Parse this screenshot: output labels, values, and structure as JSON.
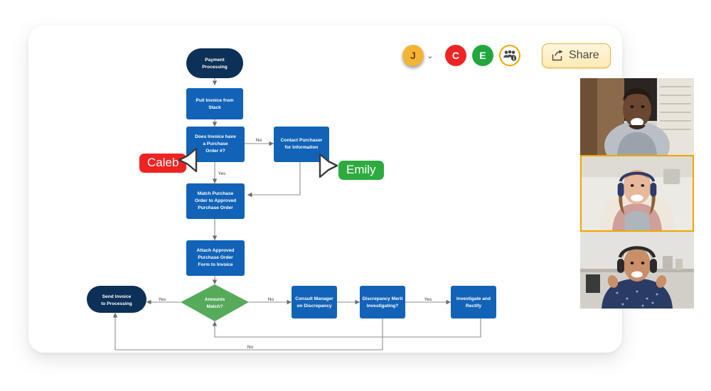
{
  "toolbar": {
    "avatars": [
      {
        "name": "avatar-j",
        "initial": "J",
        "color": "#f5b335"
      },
      {
        "name": "avatar-c",
        "initial": "C",
        "color": "#ef2424"
      },
      {
        "name": "avatar-e",
        "initial": "E",
        "color": "#22a73f"
      }
    ],
    "chevron": "⌄",
    "people_icon": "people-group-icon",
    "share_label": "Share",
    "share_icon": "share-icon",
    "accent_color": "#f0a500"
  },
  "video_panel": {
    "tiles": [
      {
        "name": "video-tile-1",
        "active": false
      },
      {
        "name": "video-tile-2",
        "active": true
      },
      {
        "name": "video-tile-3",
        "active": false
      }
    ],
    "active_border_color": "#f0a500"
  },
  "cursors": [
    {
      "name": "cursor-caleb",
      "label": "Caleb",
      "color": "#f02222"
    },
    {
      "name": "cursor-emily",
      "label": "Emily",
      "color": "#2dab3e"
    }
  ],
  "chart_data": {
    "type": "diagram",
    "title": "Payment Processing Flowchart",
    "colors": {
      "terminal": "#0c3057",
      "process": "#1263b8",
      "decision": "#56ab5b",
      "line": "#8c8c8c"
    },
    "nodes": [
      {
        "id": "n1",
        "label": "Payment Processing",
        "shape": "terminal",
        "color": "#0c3057"
      },
      {
        "id": "n2",
        "label": "Pull  Invoice from Stack",
        "shape": "process",
        "color": "#1263b8"
      },
      {
        "id": "n3",
        "label": "Does Invoice have a Purchase Order #?",
        "shape": "process",
        "color": "#1263b8"
      },
      {
        "id": "n4",
        "label": "Contact Purchaser for Information",
        "shape": "process",
        "color": "#1263b8"
      },
      {
        "id": "n5",
        "label": "Match  Purchase Order to Approved Purchase Order",
        "shape": "process",
        "color": "#1263b8"
      },
      {
        "id": "n6",
        "label": "Attach Approved Purchase Order Form to Invoice",
        "shape": "process",
        "color": "#1263b8"
      },
      {
        "id": "n7",
        "label": "Amounts Match?",
        "shape": "decision",
        "color": "#56ab5b"
      },
      {
        "id": "n8",
        "label": "Send Invoice to Processing",
        "shape": "terminal",
        "color": "#0c3057"
      },
      {
        "id": "n9",
        "label": "Consult Manager on Discrepancy",
        "shape": "process",
        "color": "#1263b8"
      },
      {
        "id": "n10",
        "label": "Discrepancy Merit Investigating?",
        "shape": "process",
        "color": "#1263b8"
      },
      {
        "id": "n11",
        "label": "Investigate and Rectify",
        "shape": "process",
        "color": "#1263b8"
      }
    ],
    "edge_labels": {
      "e_no_top": "No",
      "e_yes_top": "Yes",
      "e_yes_left": "Yes",
      "e_no_mid": "No",
      "e_yes_right": "Yes",
      "e_no_bottom": "No"
    },
    "node_lines": {
      "n1": [
        "Payment",
        "Processing"
      ],
      "n2": [
        "Pull  Invoice from",
        "Stack"
      ],
      "n3": [
        "Does Invoice have",
        "a Purchase",
        "Order #?"
      ],
      "n4": [
        "Contact Purchaser",
        "for Information"
      ],
      "n5": [
        "Match  Purchase",
        "Order to Approved",
        "Purchase Order"
      ],
      "n6": [
        "Attach Approved",
        "Purchase Order",
        "Form to Invoice"
      ],
      "n7": [
        "Amounts",
        "Match?"
      ],
      "n8": [
        "Send Invoice",
        "to Processing"
      ],
      "n9": [
        "Consult Manager",
        "on Discrepancy"
      ],
      "n10": [
        "Discrepancy Merit",
        "Investigating?"
      ],
      "n11": [
        "Investigate and",
        "Rectify"
      ]
    }
  }
}
